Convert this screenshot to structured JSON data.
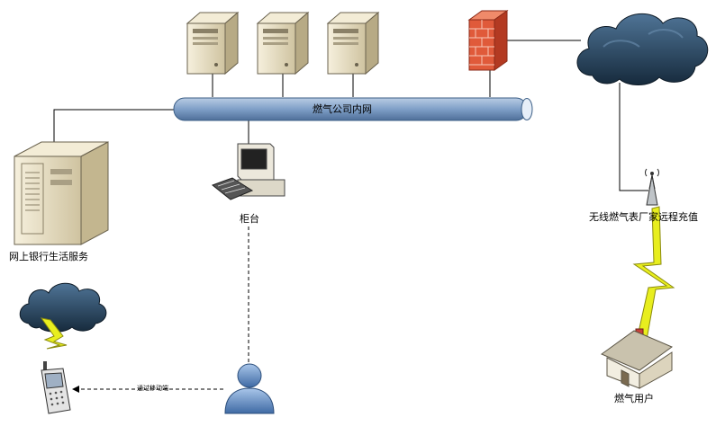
{
  "labels": {
    "intranet": "燃气公司内网",
    "counter": "柜台",
    "online_bank": "网上银行生活服务",
    "meter_vendor": "无线燃气表厂家远程充值",
    "gas_user": "燃气用户",
    "via_mobile": "通过移动端"
  },
  "icons": {
    "server_1": "server-icon",
    "server_2": "server-icon",
    "server_3": "server-icon",
    "firewall": "firewall-icon",
    "internet_cloud": "cloud-icon",
    "bank_server": "tower-server-icon",
    "counter_pc": "desktop-computer-icon",
    "antenna": "antenna-icon",
    "house": "house-icon",
    "mobile_cloud": "cloud-icon",
    "phone": "mobile-phone-icon",
    "user": "user-icon"
  },
  "colors": {
    "bus_fill": "#7fa0c8",
    "cloud": "#2b4a66",
    "lightning": "#e8ee1e",
    "firewall": "#e05a3a",
    "server": "#e9dfc2"
  }
}
